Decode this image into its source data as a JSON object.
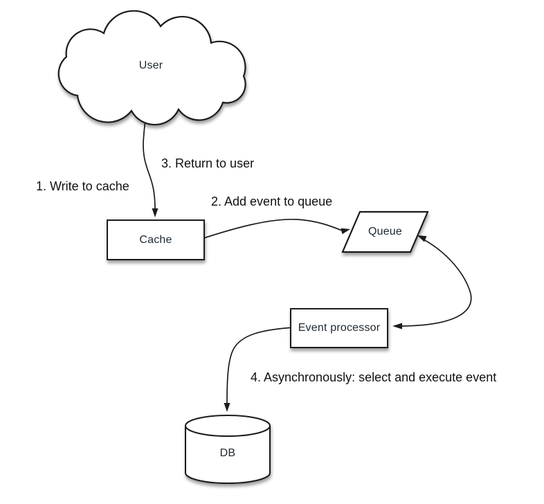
{
  "diagram": {
    "nodes": {
      "user": {
        "label": "User",
        "shape": "cloud"
      },
      "cache": {
        "label": "Cache",
        "shape": "rectangle"
      },
      "queue": {
        "label": "Queue",
        "shape": "parallelogram"
      },
      "event_processor": {
        "label": "Event processor",
        "shape": "rectangle"
      },
      "db": {
        "label": "DB",
        "shape": "cylinder"
      }
    },
    "annotations": {
      "step1": "1. Write to cache",
      "step2": "2. Add event to queue",
      "step3": "3. Return to user",
      "step4": "4. Asynchronously: select and execute event"
    },
    "edges": [
      {
        "from": "user",
        "to": "cache",
        "arrow": "single"
      },
      {
        "from": "cache",
        "to": "queue",
        "arrow": "single"
      },
      {
        "from": "queue",
        "to": "event_processor",
        "arrow": "double"
      },
      {
        "from": "event_processor",
        "to": "db",
        "arrow": "single"
      }
    ],
    "colors": {
      "background": "#ffffff",
      "stroke": "#1b1b1b",
      "shape_fill": "#ffffff",
      "node_text": "#1d2730",
      "annotation_text": "#101010"
    }
  }
}
